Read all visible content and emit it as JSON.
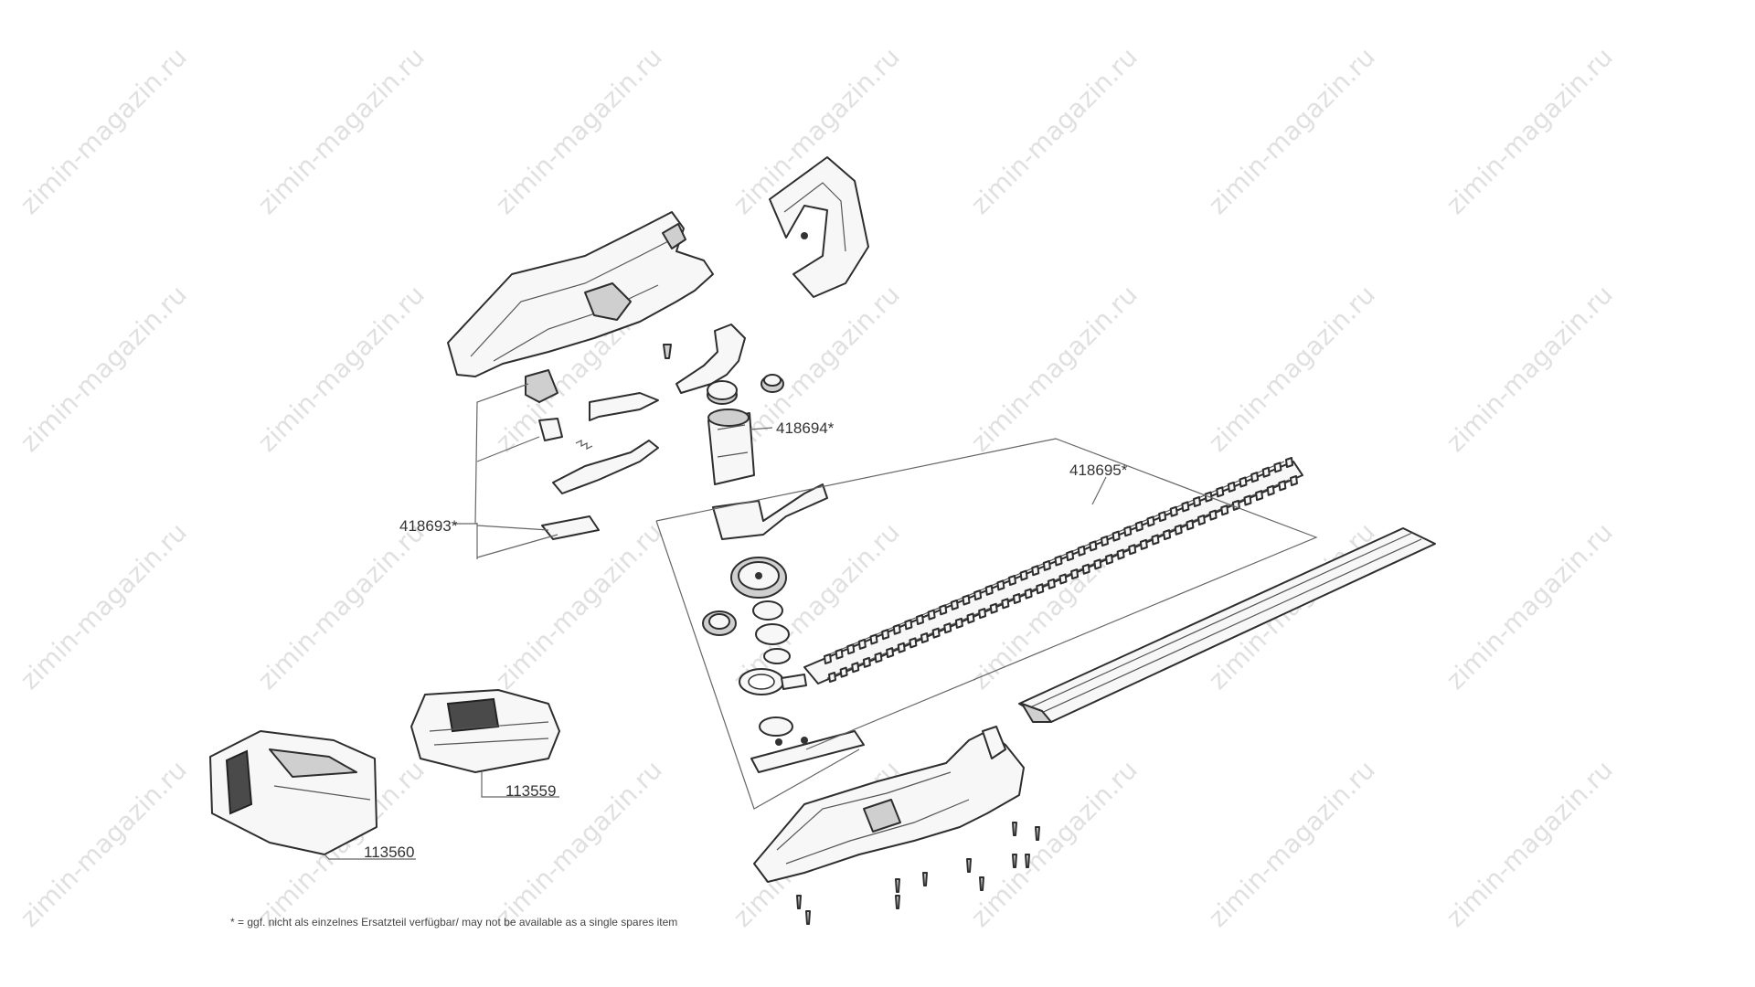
{
  "watermark": "zimin-magazin.ru",
  "labels": {
    "handle_switch_set": "418693*",
    "motor": "418694*",
    "blade": "418695*",
    "battery": "113559",
    "charger": "113560"
  },
  "footnote": "* = ggf. nicht als einzelnes Ersatzteil verfügbar/ may not be available as a single spares item"
}
